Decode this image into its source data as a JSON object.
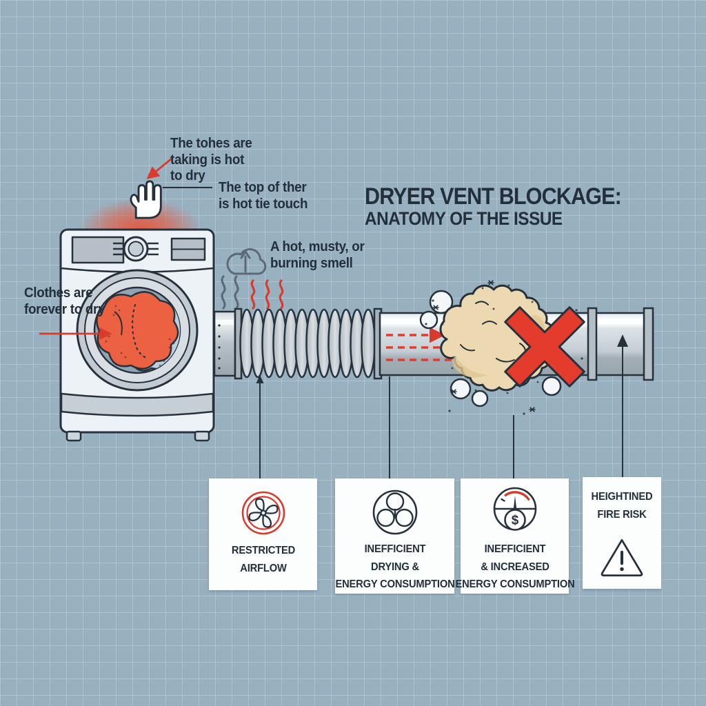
{
  "infographic": {
    "title_line1": "DRYER VENT BLOCKAGE:",
    "title_line2": "ANATOMY OF THE ISSUE"
  },
  "annotations": {
    "clothes_taking": "The tohes are\ntaking is hot\nto dry",
    "top_hot_touch": "The top of ther\nis hot tie touch",
    "burning_smell": "A hot, musty, or\nburning smell",
    "clothes_forever": "Clothes are\nforever to dry"
  },
  "cards": [
    {
      "id": "restricted-airflow",
      "label": "RESTRICTED\nAIRFLOW",
      "icon": "fan-blocked-icon"
    },
    {
      "id": "inefficient-drying",
      "label": "INEFFICIENT\nDRYING &\nENERGY CONSUMPTION",
      "icon": "fan-clover-icon"
    },
    {
      "id": "increased-energy",
      "label": "INEFFICIENT\n& INCREASED\nENERGY CONSUMPTION",
      "icon": "gauge-dollar-icon"
    },
    {
      "id": "fire-risk",
      "label": "HEIGHTINED\nFIRE RISK",
      "icon": "warning-triangle-icon"
    }
  ],
  "icons": {
    "dollar_glyph": "$"
  },
  "colors": {
    "background": "#98b1c1",
    "grid_line": "#b6cad5",
    "outline_navy": "#26313c",
    "text_dark": "#232f3b",
    "alert_red": "#d93a2b",
    "x_red": "#e33b2c",
    "lint_tan": "#ecd9b2",
    "duct_gray": "#c6ced5",
    "card_white": "#fcfdfd",
    "clothes_orange": "#ec6142",
    "clothes_blue": "#bad0de",
    "glow_orange": "#e6573a"
  }
}
